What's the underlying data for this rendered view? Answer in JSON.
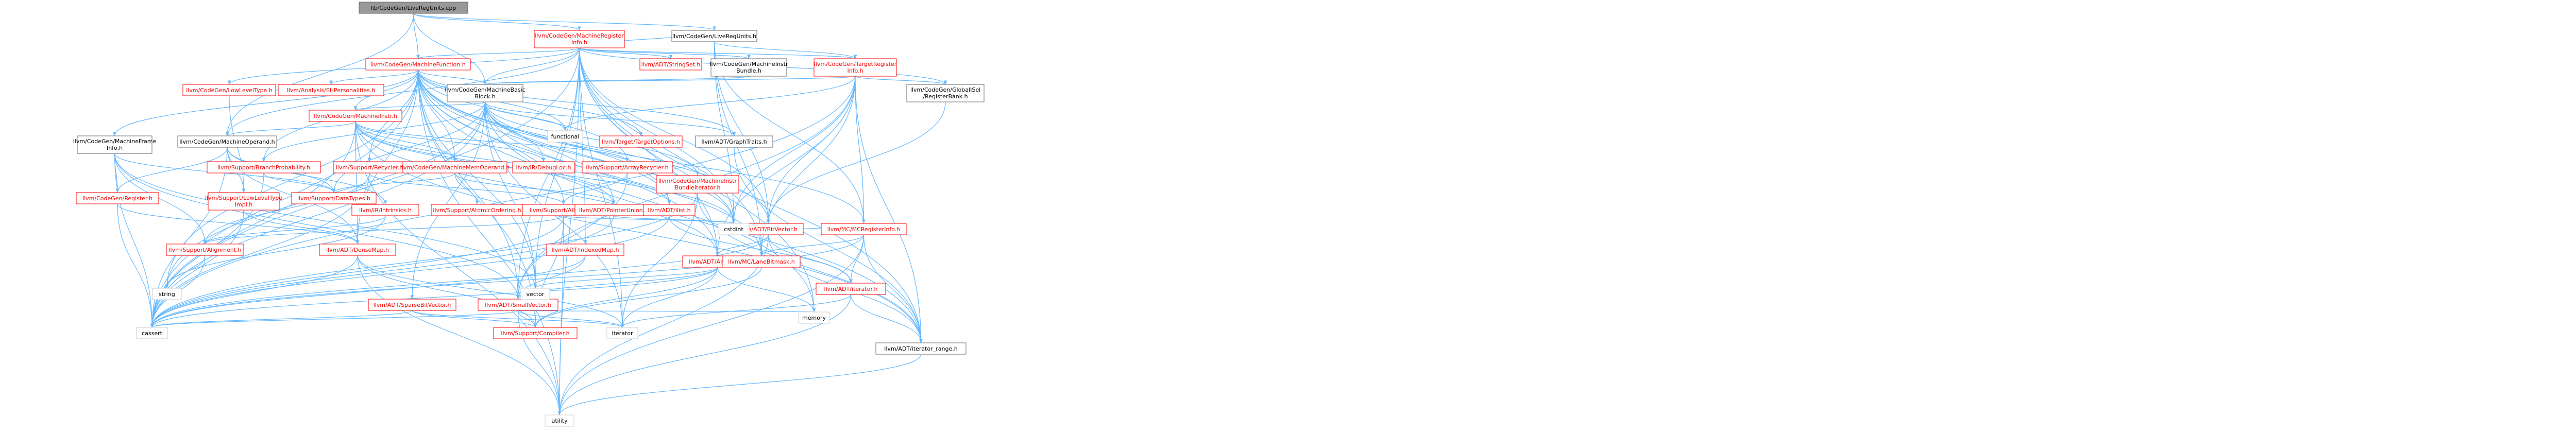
{
  "colors": {
    "root_fill": "#999999",
    "node_fill": "#ffffff",
    "node_border_internal": "#666666",
    "node_border_external": "#cccccc",
    "node_border_truncated": "#ff0000",
    "text_internal": "#000000",
    "text_truncated": "#ff0000",
    "edge": "#63b8ff"
  },
  "nodes": [
    {
      "id": "root",
      "label": [
        "lib/CodeGen/LiveRegUnits.cpp"
      ],
      "kind": "root"
    },
    {
      "id": "mri",
      "label": [
        "llvm/CodeGen/MachineRegister",
        "Info.h"
      ],
      "kind": "truncated"
    },
    {
      "id": "lru",
      "label": [
        "llvm/CodeGen/LiveRegUnits.h"
      ],
      "kind": "internal"
    },
    {
      "id": "mf",
      "label": [
        "llvm/CodeGen/MachineFunction.h"
      ],
      "kind": "truncated"
    },
    {
      "id": "stringset",
      "label": [
        "llvm/ADT/StringSet.h"
      ],
      "kind": "truncated"
    },
    {
      "id": "mib",
      "label": [
        "llvm/CodeGen/MachineInstr",
        "Bundle.h"
      ],
      "kind": "internal"
    },
    {
      "id": "tri",
      "label": [
        "llvm/CodeGen/TargetRegister",
        "Info.h"
      ],
      "kind": "truncated"
    },
    {
      "id": "llt",
      "label": [
        "llvm/CodeGen/LowLevelType.h"
      ],
      "kind": "truncated"
    },
    {
      "id": "ehp",
      "label": [
        "llvm/Analysis/EHPersonalities.h"
      ],
      "kind": "truncated"
    },
    {
      "id": "mbb",
      "label": [
        "llvm/CodeGen/MachineBasic",
        "Block.h"
      ],
      "kind": "internal"
    },
    {
      "id": "girb",
      "label": [
        "llvm/CodeGen/GlobalISel",
        "/RegisterBank.h"
      ],
      "kind": "internal"
    },
    {
      "id": "mfi",
      "label": [
        "llvm/CodeGen/MachineFrame",
        "Info.h"
      ],
      "kind": "internal"
    },
    {
      "id": "mo",
      "label": [
        "llvm/CodeGen/MachineOperand.h"
      ],
      "kind": "internal"
    },
    {
      "id": "mi",
      "label": [
        "llvm/CodeGen/MachineInstr.h"
      ],
      "kind": "truncated"
    },
    {
      "id": "functional",
      "label": [
        "functional"
      ],
      "kind": "external"
    },
    {
      "id": "tto",
      "label": [
        "llvm/Target/TargetOptions.h"
      ],
      "kind": "truncated"
    },
    {
      "id": "graphtraits",
      "label": [
        "llvm/ADT/GraphTraits.h"
      ],
      "kind": "internal"
    },
    {
      "id": "bp",
      "label": [
        "llvm/Support/BranchProbability.h"
      ],
      "kind": "truncated"
    },
    {
      "id": "recycler",
      "label": [
        "llvm/Support/Recycler.h"
      ],
      "kind": "truncated"
    },
    {
      "id": "mmo",
      "label": [
        "llvm/CodeGen/MachineMemOperand.h"
      ],
      "kind": "truncated"
    },
    {
      "id": "debugloc",
      "label": [
        "llvm/IR/DebugLoc.h"
      ],
      "kind": "truncated"
    },
    {
      "id": "arecycler",
      "label": [
        "llvm/Support/ArrayRecycler.h"
      ],
      "kind": "truncated"
    },
    {
      "id": "mibi",
      "label": [
        "llvm/CodeGen/MachineInstr",
        "BundleIterator.h"
      ],
      "kind": "truncated"
    },
    {
      "id": "bitvector",
      "label": [
        "llvm/ADT/BitVector.h"
      ],
      "kind": "truncated"
    },
    {
      "id": "mcregi",
      "label": [
        "llvm/MC/MCRegisterInfo.h"
      ],
      "kind": "truncated"
    },
    {
      "id": "register",
      "label": [
        "llvm/CodeGen/Register.h"
      ],
      "kind": "truncated"
    },
    {
      "id": "llti",
      "label": [
        "llvm/Support/LowLevelType",
        "Impl.h"
      ],
      "kind": "truncated"
    },
    {
      "id": "datatypes",
      "label": [
        "llvm/Support/DataTypes.h"
      ],
      "kind": "truncated"
    },
    {
      "id": "intrinsics",
      "label": [
        "llvm/IR/Intrinsics.h"
      ],
      "kind": "truncated"
    },
    {
      "id": "atomic",
      "label": [
        "llvm/Support/AtomicOrdering.h"
      ],
      "kind": "truncated"
    },
    {
      "id": "allocator",
      "label": [
        "llvm/Support/Allocator.h"
      ],
      "kind": "truncated"
    },
    {
      "id": "pu",
      "label": [
        "llvm/ADT/PointerUnion.h"
      ],
      "kind": "truncated"
    },
    {
      "id": "ilist",
      "label": [
        "llvm/ADT/ilist.h"
      ],
      "kind": "truncated"
    },
    {
      "id": "alignment",
      "label": [
        "llvm/Support/Alignment.h"
      ],
      "kind": "truncated"
    },
    {
      "id": "densemap",
      "label": [
        "llvm/ADT/DenseMap.h"
      ],
      "kind": "truncated"
    },
    {
      "id": "indexedmap",
      "label": [
        "llvm/ADT/IndexedMap.h"
      ],
      "kind": "truncated"
    },
    {
      "id": "arrayref",
      "label": [
        "llvm/ADT/ArrayRef.h"
      ],
      "kind": "truncated"
    },
    {
      "id": "cstdint",
      "label": [
        "cstdint"
      ],
      "kind": "external"
    },
    {
      "id": "lanebitmask",
      "label": [
        "llvm/MC/LaneBitmask.h"
      ],
      "kind": "truncated"
    },
    {
      "id": "iterator",
      "label": [
        "llvm/ADT/iterator.h"
      ],
      "kind": "truncated"
    },
    {
      "id": "string",
      "label": [
        "string"
      ],
      "kind": "external"
    },
    {
      "id": "sparsebv",
      "label": [
        "llvm/ADT/SparseBitVector.h"
      ],
      "kind": "truncated"
    },
    {
      "id": "smallvector",
      "label": [
        "llvm/ADT/SmallVector.h"
      ],
      "kind": "truncated"
    },
    {
      "id": "vector",
      "label": [
        "vector"
      ],
      "kind": "external"
    },
    {
      "id": "memory",
      "label": [
        "memory"
      ],
      "kind": "external"
    },
    {
      "id": "cassert",
      "label": [
        "cassert"
      ],
      "kind": "external"
    },
    {
      "id": "compiler",
      "label": [
        "llvm/Support/Compiler.h"
      ],
      "kind": "truncated"
    },
    {
      "id": "literator",
      "label": [
        "iterator"
      ],
      "kind": "external"
    },
    {
      "id": "itrange",
      "label": [
        "llvm/ADT/iterator_range.h"
      ],
      "kind": "internal"
    },
    {
      "id": "utility",
      "label": [
        "utility"
      ],
      "kind": "external"
    }
  ],
  "edges": [
    [
      "root",
      "mri"
    ],
    [
      "root",
      "lru"
    ],
    [
      "root",
      "mf"
    ],
    [
      "root",
      "mbb"
    ],
    [
      "root",
      "mo"
    ],
    [
      "mri",
      "stringset"
    ],
    [
      "mri",
      "mib"
    ],
    [
      "mri",
      "tri"
    ],
    [
      "mri",
      "llt"
    ],
    [
      "mri",
      "mf"
    ],
    [
      "mri",
      "mbb"
    ],
    [
      "mri",
      "mo"
    ],
    [
      "mri",
      "girb"
    ],
    [
      "mri",
      "bitvector"
    ],
    [
      "mri",
      "indexedmap"
    ],
    [
      "mri",
      "arrayref"
    ],
    [
      "mri",
      "smallvector"
    ],
    [
      "mri",
      "lanebitmask"
    ],
    [
      "mri",
      "memory"
    ],
    [
      "mri",
      "cassert"
    ],
    [
      "mri",
      "cstdint"
    ],
    [
      "mri",
      "literator"
    ],
    [
      "mri",
      "itrange"
    ],
    [
      "mri",
      "vector"
    ],
    [
      "mri",
      "utility"
    ],
    [
      "lru",
      "tri"
    ],
    [
      "lru",
      "mri"
    ],
    [
      "lru",
      "bitvector"
    ],
    [
      "lru",
      "lanebitmask"
    ],
    [
      "lru",
      "mcregi"
    ],
    [
      "lru",
      "cstdint"
    ],
    [
      "mf",
      "ehp"
    ],
    [
      "mf",
      "mbb"
    ],
    [
      "mf",
      "mi"
    ],
    [
      "mf",
      "mmo"
    ],
    [
      "mf",
      "recycler"
    ],
    [
      "mf",
      "arecycler"
    ],
    [
      "mf",
      "bp"
    ],
    [
      "mf",
      "allocator"
    ],
    [
      "mf",
      "compiler"
    ],
    [
      "mf",
      "recycler"
    ],
    [
      "mf",
      "ilist"
    ],
    [
      "mf",
      "densemap"
    ],
    [
      "mf",
      "graphtraits"
    ],
    [
      "mf",
      "smallvector"
    ],
    [
      "mf",
      "bitvector"
    ],
    [
      "mf",
      "arrayref"
    ],
    [
      "mf",
      "pu"
    ],
    [
      "mf",
      "cassert"
    ],
    [
      "mf",
      "cstdint"
    ],
    [
      "mf",
      "memory"
    ],
    [
      "mf",
      "utility"
    ],
    [
      "mf",
      "vector"
    ],
    [
      "mf",
      "string"
    ],
    [
      "mf",
      "functional"
    ],
    [
      "mf",
      "tto"
    ],
    [
      "mf",
      "mfi"
    ],
    [
      "mib",
      "mbb"
    ],
    [
      "tri",
      "mbb"
    ],
    [
      "tri",
      "mcregi"
    ],
    [
      "tri",
      "lanebitmask"
    ],
    [
      "tri",
      "smallvector"
    ],
    [
      "tri",
      "arrayref"
    ],
    [
      "tri",
      "itrange"
    ],
    [
      "tri",
      "bitvector"
    ],
    [
      "tri",
      "cassert"
    ],
    [
      "tri",
      "cstdint"
    ],
    [
      "tri",
      "functional"
    ],
    [
      "tri",
      "girb"
    ],
    [
      "llt",
      "llti"
    ],
    [
      "mbb",
      "mi"
    ],
    [
      "mbb",
      "mibi"
    ],
    [
      "mbb",
      "graphtraits"
    ],
    [
      "mbb",
      "sparsebv"
    ],
    [
      "mbb",
      "lanebitmask"
    ],
    [
      "mbb",
      "bp"
    ],
    [
      "mbb",
      "debugloc"
    ],
    [
      "mbb",
      "datatypes"
    ],
    [
      "mbb",
      "mcregi"
    ],
    [
      "mbb",
      "itrange"
    ],
    [
      "mbb",
      "literator"
    ],
    [
      "mbb",
      "functional"
    ],
    [
      "mbb",
      "cassert"
    ],
    [
      "mbb",
      "cstdint"
    ],
    [
      "mbb",
      "string"
    ],
    [
      "mbb",
      "vector"
    ],
    [
      "mbb",
      "ilist"
    ],
    [
      "girb",
      "bitvector"
    ],
    [
      "mfi",
      "register"
    ],
    [
      "mfi",
      "alignment"
    ],
    [
      "mfi",
      "datatypes"
    ],
    [
      "mfi",
      "smallvector"
    ],
    [
      "mfi",
      "cassert"
    ],
    [
      "mfi",
      "vector"
    ],
    [
      "mo",
      "register"
    ],
    [
      "mo",
      "llti"
    ],
    [
      "mo",
      "intrinsics"
    ],
    [
      "mo",
      "densemap"
    ],
    [
      "mo",
      "datatypes"
    ],
    [
      "mo",
      "cassert"
    ],
    [
      "mi",
      "mo"
    ],
    [
      "mi",
      "mmo"
    ],
    [
      "mi",
      "debugloc"
    ],
    [
      "mi",
      "arecycler"
    ],
    [
      "mi",
      "pu"
    ],
    [
      "mi",
      "ilist"
    ],
    [
      "mi",
      "densemap"
    ],
    [
      "mi",
      "arrayref"
    ],
    [
      "mi",
      "itrange"
    ],
    [
      "mi",
      "cstdint"
    ],
    [
      "mi",
      "utility"
    ],
    [
      "mi",
      "cassert"
    ],
    [
      "graphtraits",
      "itrange"
    ],
    [
      "bp",
      "datatypes"
    ],
    [
      "bp",
      "cassert"
    ],
    [
      "recycler",
      "allocator"
    ],
    [
      "recycler",
      "alignment"
    ],
    [
      "recycler",
      "cassert"
    ],
    [
      "mmo",
      "atomic"
    ],
    [
      "mmo",
      "pu"
    ],
    [
      "mmo",
      "datatypes"
    ],
    [
      "arecycler",
      "allocator"
    ],
    [
      "arecycler",
      "smallvector"
    ],
    [
      "mibi",
      "itrange"
    ],
    [
      "mibi",
      "literator"
    ],
    [
      "mibi",
      "cassert"
    ],
    [
      "bitvector",
      "arrayref"
    ],
    [
      "bitvector",
      "iterator"
    ],
    [
      "bitvector",
      "itrange"
    ],
    [
      "bitvector",
      "cassert"
    ],
    [
      "bitvector",
      "cstdint"
    ],
    [
      "bitvector",
      "utility"
    ],
    [
      "mcregi",
      "lanebitmask"
    ],
    [
      "mcregi",
      "iterator"
    ],
    [
      "mcregi",
      "itrange"
    ],
    [
      "mcregi",
      "cassert"
    ],
    [
      "mcregi",
      "cstdint"
    ],
    [
      "mcregi",
      "utility"
    ],
    [
      "register",
      "cassert"
    ],
    [
      "register",
      "densemap"
    ],
    [
      "llti",
      "cassert"
    ],
    [
      "llti",
      "densemap"
    ],
    [
      "intrinsics",
      "string"
    ],
    [
      "intrinsics",
      "alignment"
    ],
    [
      "allocator",
      "alignment"
    ],
    [
      "allocator",
      "compiler"
    ],
    [
      "allocator",
      "cassert"
    ],
    [
      "allocator",
      "cstdint"
    ],
    [
      "allocator",
      "utility"
    ],
    [
      "pu",
      "cassert"
    ],
    [
      "pu",
      "cstdint"
    ],
    [
      "ilist",
      "cassert"
    ],
    [
      "ilist",
      "iterator"
    ],
    [
      "alignment",
      "cassert"
    ],
    [
      "alignment",
      "string"
    ],
    [
      "densemap",
      "compiler"
    ],
    [
      "densemap",
      "cassert"
    ],
    [
      "densemap",
      "literator"
    ],
    [
      "densemap",
      "utility"
    ],
    [
      "indexedmap",
      "smallvector"
    ],
    [
      "indexedmap",
      "cassert"
    ],
    [
      "arrayref",
      "smallvector"
    ],
    [
      "arrayref",
      "compiler"
    ],
    [
      "arrayref",
      "cassert"
    ],
    [
      "arrayref",
      "literator"
    ],
    [
      "arrayref",
      "memory"
    ],
    [
      "arrayref",
      "vector"
    ],
    [
      "lanebitmask",
      "compiler"
    ],
    [
      "iterator",
      "itrange"
    ],
    [
      "iterator",
      "literator"
    ],
    [
      "iterator",
      "utility"
    ],
    [
      "sparsebv",
      "compiler"
    ],
    [
      "sparsebv",
      "cassert"
    ],
    [
      "sparsebv",
      "literator"
    ],
    [
      "smallvector",
      "compiler"
    ],
    [
      "smallvector",
      "cassert"
    ],
    [
      "smallvector",
      "literator"
    ],
    [
      "smallvector",
      "memory"
    ],
    [
      "smallvector",
      "utility"
    ],
    [
      "itrange",
      "utility"
    ]
  ]
}
